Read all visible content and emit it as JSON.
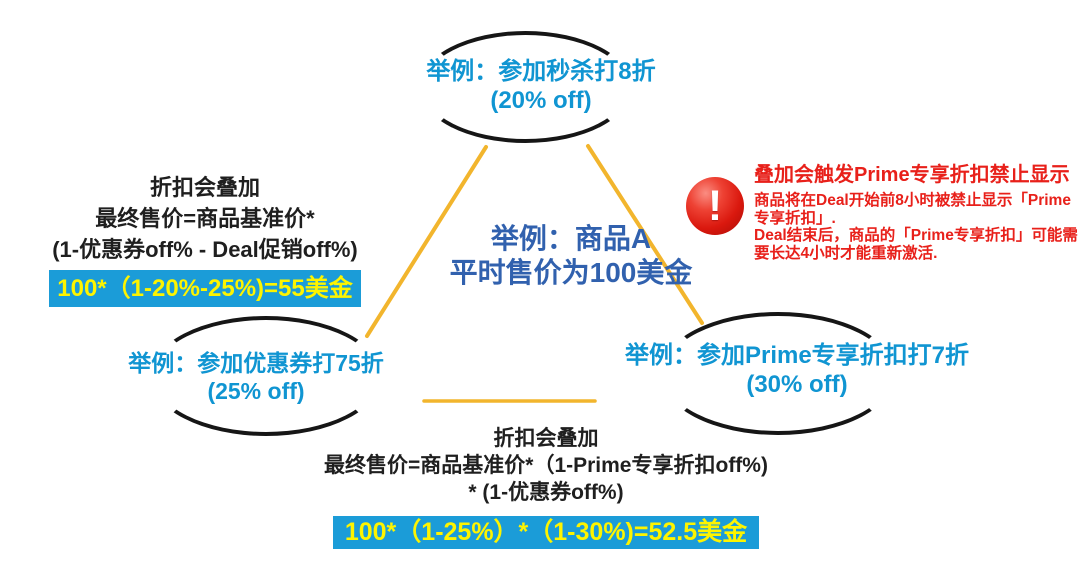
{
  "colors": {
    "node_text_blue": "#1095d2",
    "center_text_blue": "#3161ae",
    "connector_yellow": "#f2b52d",
    "highlight_bg_blue": "#1b9cd8",
    "highlight_text_yellow": "#fdf400",
    "warning_red": "#e8201a",
    "text_black": "#1f1f1f",
    "arc_black": "#161616"
  },
  "nodes": {
    "flash_deal": {
      "title": "举例：参加秒杀打8折",
      "subtitle": "(20% off)"
    },
    "coupon": {
      "title": "举例：参加优惠券打75折",
      "subtitle": "(25% off)"
    },
    "prime": {
      "title": "举例：参加Prime专享折扣打7折",
      "subtitle": "(30% off)"
    }
  },
  "center": {
    "line1": "举例：商品A",
    "line2": "平时售价为100美金"
  },
  "coupon_deal_note": {
    "line1": "折扣会叠加",
    "line2": "最终售价=商品基准价*",
    "line3": "(1-优惠券off% - Deal促销off%)",
    "formula": "100*（1-20%-25%)=55美金"
  },
  "prime_coupon_note": {
    "line1": "折扣会叠加",
    "line2": "最终售价=商品基准价*（1-Prime专享折扣off%)",
    "line3": "* (1-优惠券off%)",
    "formula": "100*（1-25%）*（1-30%)=52.5美金"
  },
  "warning": {
    "exclamation": "!",
    "title": "叠加会触发Prime专享折扣禁止显示",
    "body1": "商品将在Deal开始前8小时被禁止显示「Prime专享折扣」.",
    "body2": "Deal结束后，商品的「Prime专享折扣」可能需要长达4小时才能重新激活."
  }
}
